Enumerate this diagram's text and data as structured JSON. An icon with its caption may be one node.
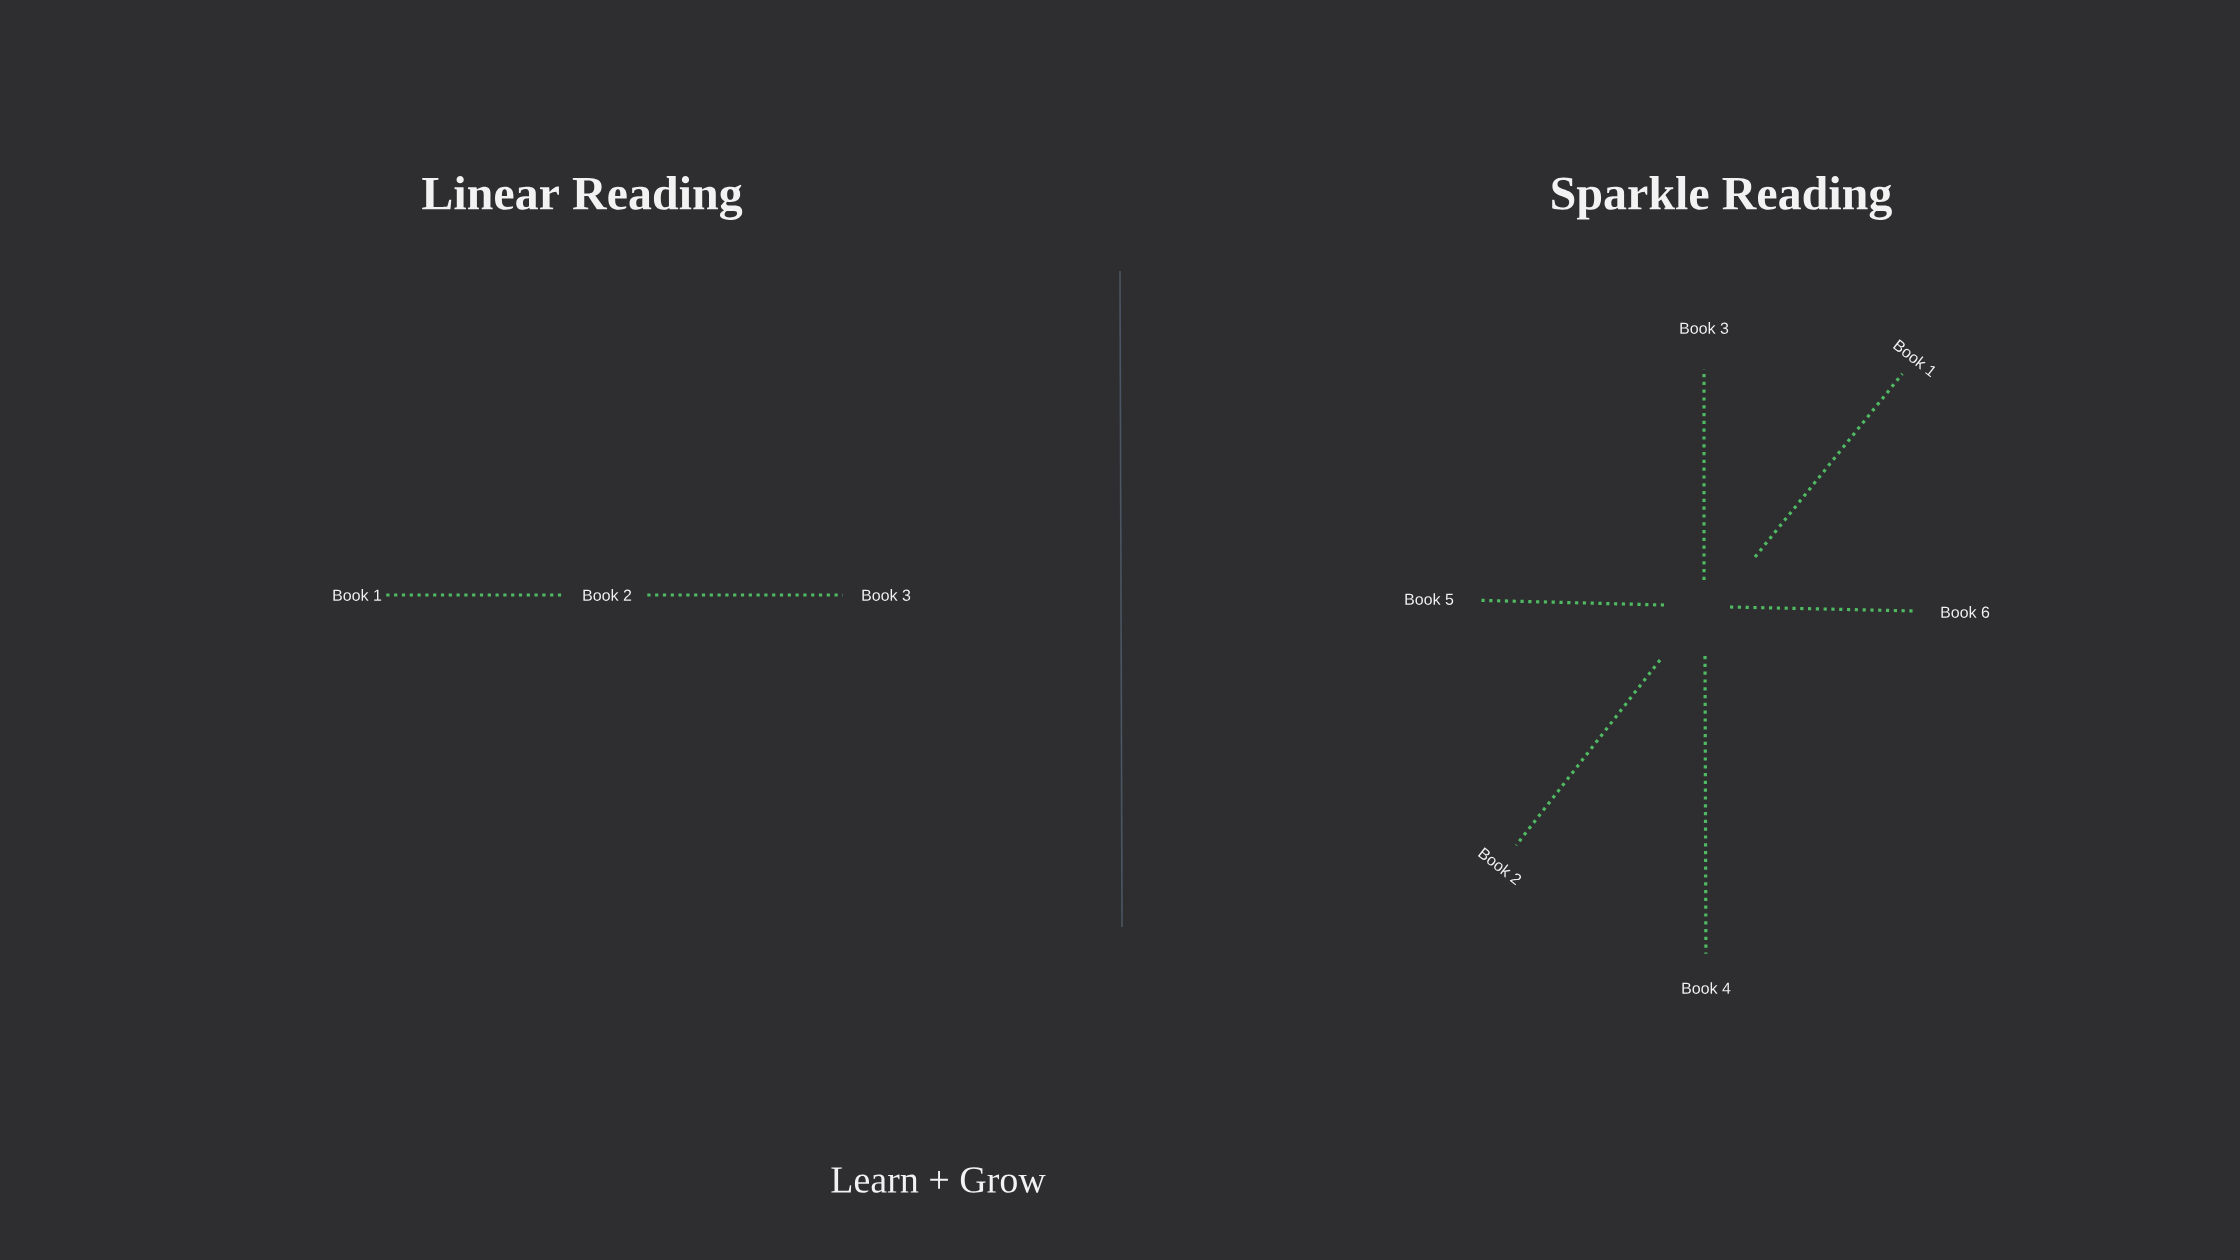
{
  "diagram": {
    "nodes": [
      {
        "text": [
          "Book 1"
        ]
      },
      {
        "text": [
          "Book 2"
        ]
      },
      {
        "text": [
          "Book 3"
        ]
      },
      {
        "text": [
          "Book 3"
        ]
      },
      {
        "text": [
          "Book 1"
        ]
      },
      {
        "text": [
          "Book 5"
        ]
      },
      {
        "text": [
          "Book 6"
        ]
      },
      {
        "text": [
          "Book 2"
        ]
      },
      {
        "text": [
          "Book 4"
        ]
      }
    ],
    "edges": [
      {
        "from": 0,
        "to": 1,
        "arrow": "none"
      },
      {
        "from": 1,
        "to": 2,
        "arrow": "none"
      },
      {
        "from": null,
        "to": 3,
        "arrow": "none"
      },
      {
        "from": null,
        "to": 4,
        "arrow": "none"
      },
      {
        "from": null,
        "to": 5,
        "arrow": "none"
      },
      {
        "from": null,
        "to": 6,
        "arrow": "none"
      },
      {
        "from": null,
        "to": 7,
        "arrow": "none"
      },
      {
        "from": null,
        "to": 8,
        "arrow": "none"
      }
    ],
    "labels": [
      "Linear Reading",
      "Sparkle Reading",
      "Learn + Grow"
    ]
  }
}
